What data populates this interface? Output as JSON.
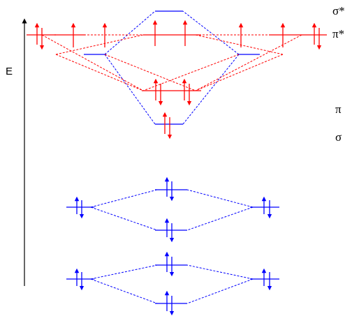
{
  "energy_axis": {
    "label": "E"
  },
  "labels": {
    "sigma_star": "σ*",
    "pi_star": "π*",
    "pi": "π",
    "sigma": "σ"
  },
  "colors": {
    "p_orbitals": "#ff0000",
    "s_orbitals": "#0000ff",
    "sigma_p_orbitals": "#0000ff",
    "axis": "#000000"
  }
}
